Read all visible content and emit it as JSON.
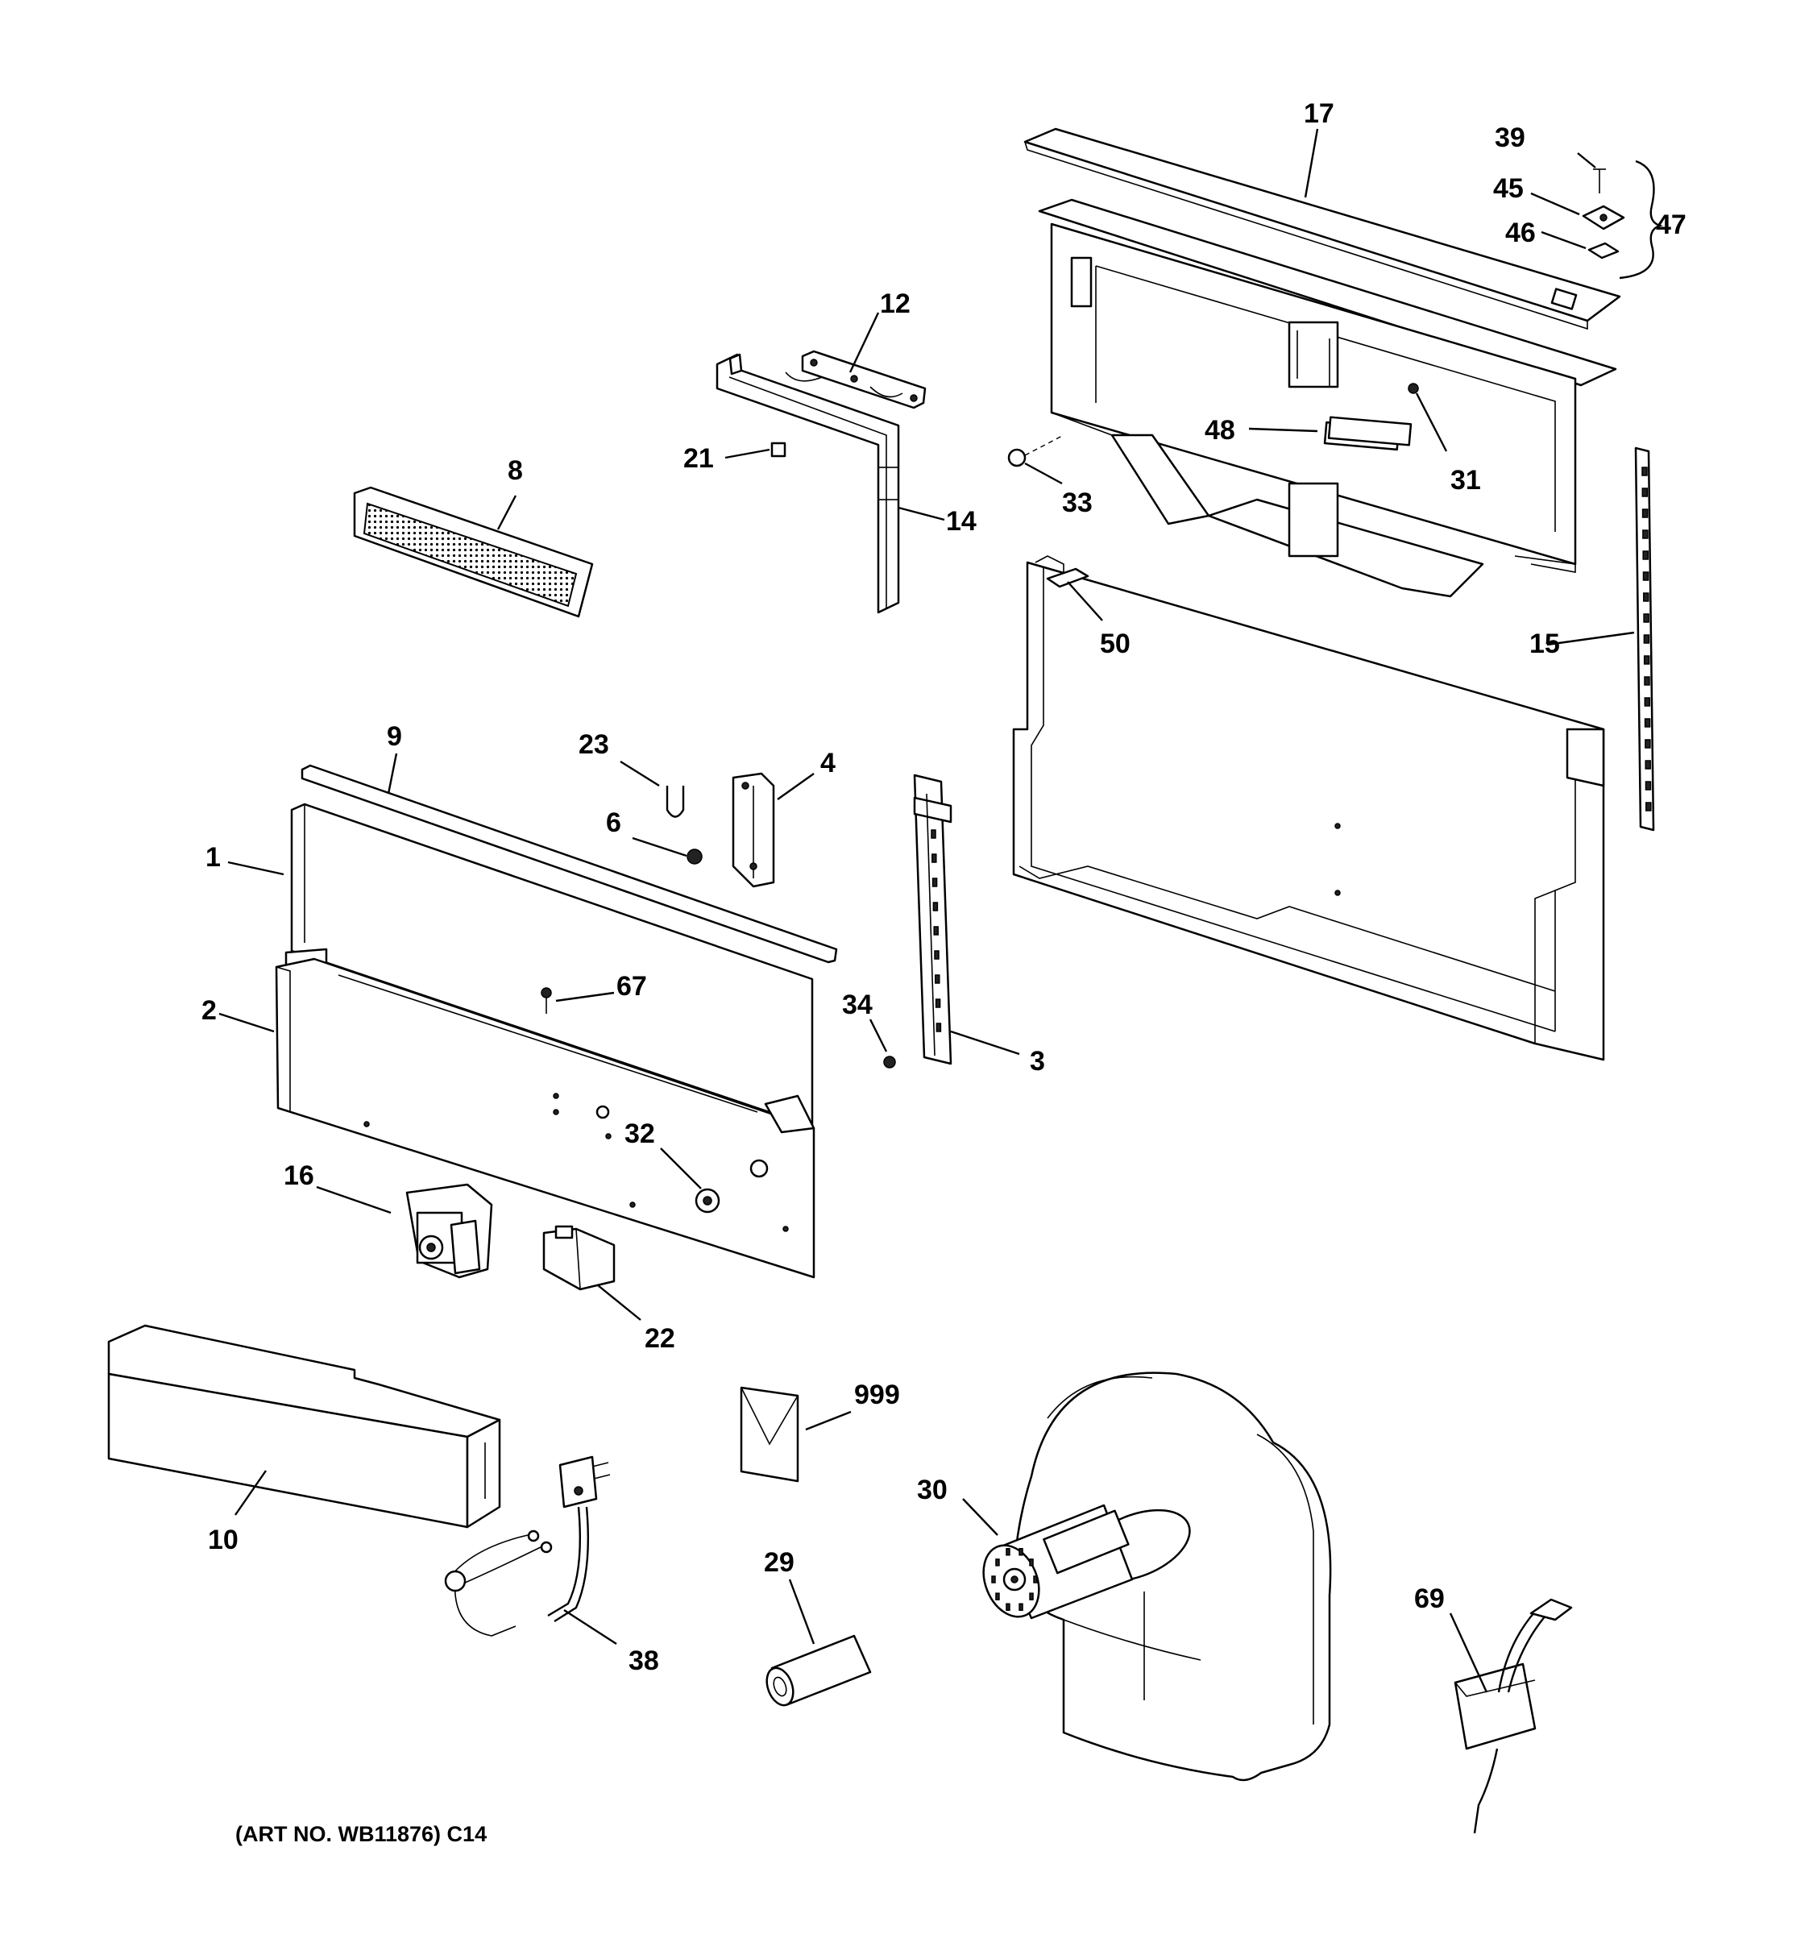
{
  "caption": "(ART NO. WB11876) C14",
  "labels": {
    "l1": "1",
    "l2": "2",
    "l3": "3",
    "l4": "4",
    "l6": "6",
    "l8": "8",
    "l9": "9",
    "l10": "10",
    "l12": "12",
    "l14": "14",
    "l15": "15",
    "l16": "16",
    "l17": "17",
    "l21": "21",
    "l22": "22",
    "l23": "23",
    "l29": "29",
    "l30": "30",
    "l31": "31",
    "l32": "32",
    "l33": "33",
    "l34": "34",
    "l38": "38",
    "l39": "39",
    "l45": "45",
    "l46": "46",
    "l47": "47",
    "l48": "48",
    "l50": "50",
    "l67": "67",
    "l69": "69",
    "l999": "999"
  }
}
